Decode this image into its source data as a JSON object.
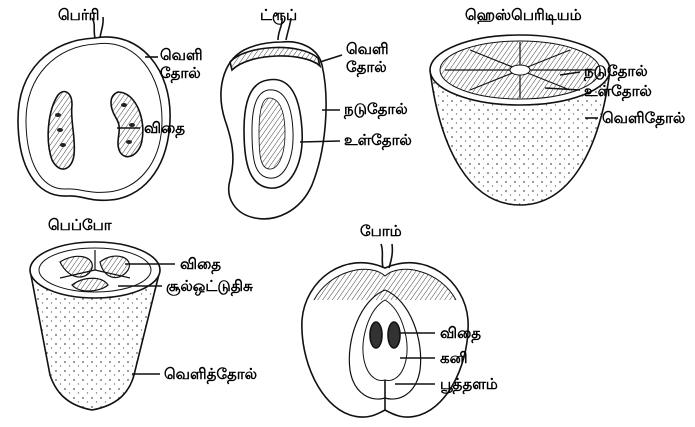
{
  "figures": {
    "berry": {
      "title": "பெர்ரி",
      "labels": {
        "epicarp": "வெளி\nதோல்",
        "seed": "விதை"
      }
    },
    "drupe": {
      "title": "ட்ரூப்",
      "labels": {
        "epicarp": "வெளி\nதோல்",
        "mesocarp": "நடுதோல்",
        "endocarp": "உள்தோல்"
      }
    },
    "hesperidium": {
      "title": "ஹெஸ்பெரிடியம்",
      "labels": {
        "mesocarp": "நடுதோல்",
        "endocarp": "உள்தோல்",
        "epicarp": "வெளிதோல்"
      }
    },
    "pepo": {
      "title": "பெப்போ",
      "labels": {
        "seed": "விதை",
        "placenta": "சூல்ஒட்டுதிசு",
        "epicarp": "வெளித்தோல்"
      }
    },
    "pome": {
      "title": "போம்",
      "labels": {
        "seed": "விதை",
        "fruit": "கனி",
        "thalamus": "பூத்தளம்"
      }
    }
  }
}
